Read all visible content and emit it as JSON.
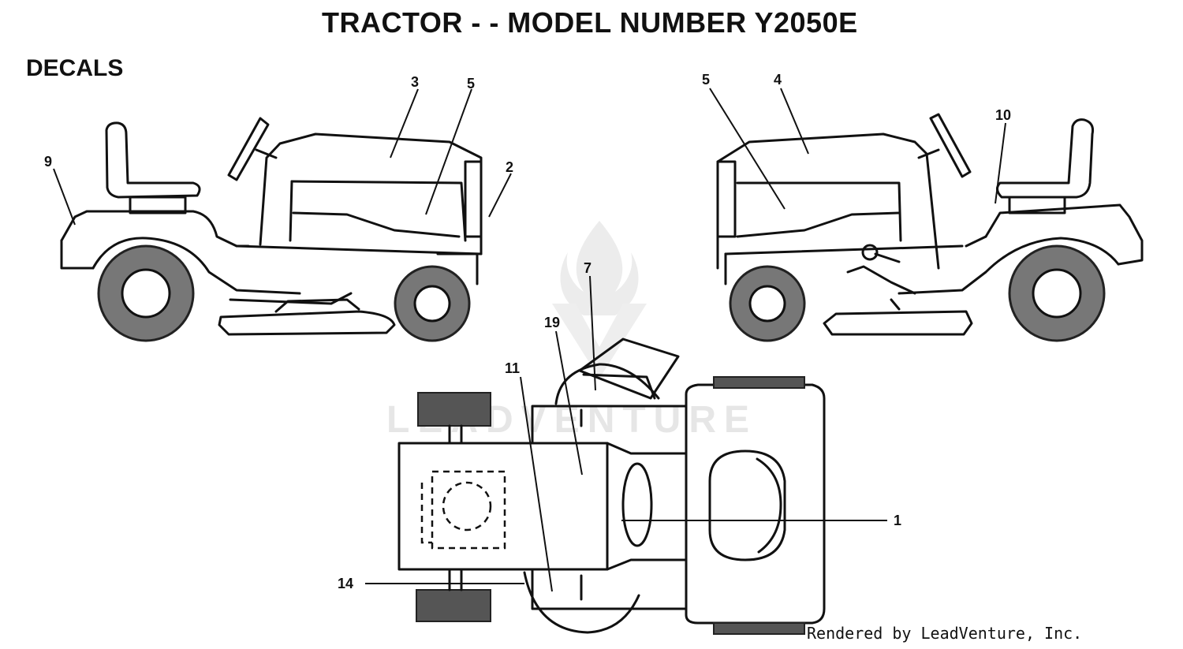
{
  "title": "TRACTOR - - MODEL NUMBER Y2050E",
  "section": "DECALS",
  "credit": "Rendered by LeadVenture, Inc.",
  "watermark": "LEADVENTURE",
  "callouts": {
    "left_side": [
      "9",
      "3",
      "5",
      "2"
    ],
    "right_side": [
      "5",
      "4",
      "10"
    ],
    "top_view": [
      "7",
      "19",
      "11",
      "14",
      "1"
    ]
  }
}
